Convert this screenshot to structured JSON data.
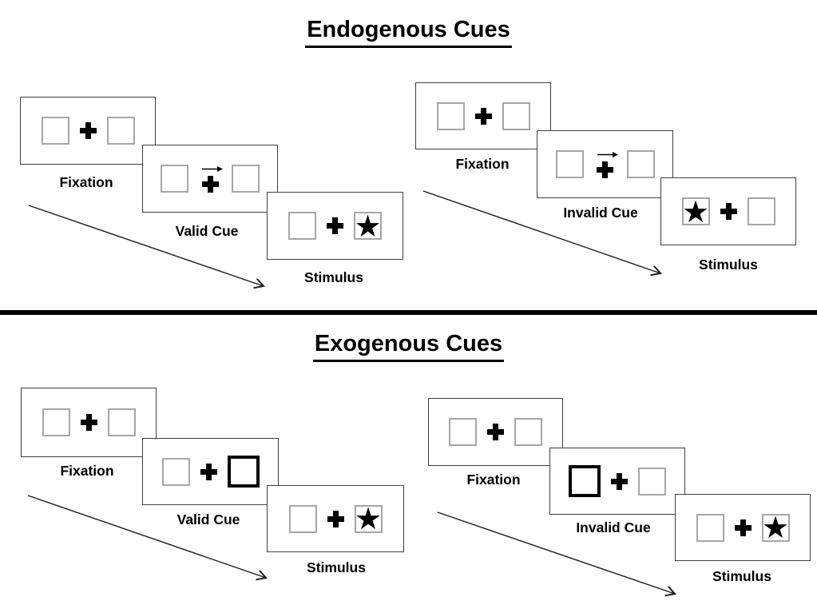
{
  "sections": [
    {
      "id": "endogenous",
      "title": "Endogenous Cues",
      "groups": [
        {
          "id": "valid",
          "cue_style": "central-arrow-right",
          "star_side": "right",
          "labels": {
            "fixation": "Fixation",
            "cue": "Valid Cue",
            "stimulus": "Stimulus"
          }
        },
        {
          "id": "invalid",
          "cue_style": "central-arrow-right",
          "star_side": "left",
          "labels": {
            "fixation": "Fixation",
            "cue": "Invalid Cue",
            "stimulus": "Stimulus"
          }
        }
      ]
    },
    {
      "id": "exogenous",
      "title": "Exogenous Cues",
      "groups": [
        {
          "id": "valid",
          "cue_style": "highlighted-box-right",
          "star_side": "right",
          "labels": {
            "fixation": "Fixation",
            "cue": "Valid Cue",
            "stimulus": "Stimulus"
          }
        },
        {
          "id": "invalid",
          "cue_style": "highlighted-box-left",
          "star_side": "right",
          "labels": {
            "fixation": "Fixation",
            "cue": "Invalid Cue",
            "stimulus": "Stimulus"
          }
        }
      ]
    }
  ],
  "symbols": {
    "star": "★"
  },
  "colors": {
    "ink": "#000000",
    "panel_border": "#3f3f3f",
    "box_border": "#a6a6a6"
  }
}
